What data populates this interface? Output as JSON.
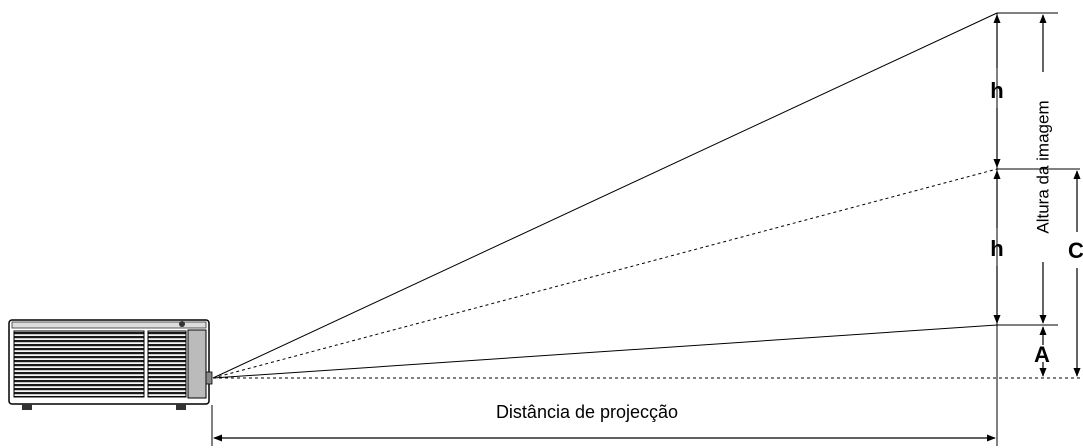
{
  "labels": {
    "h_upper": "h",
    "h_lower": "h",
    "image_height": "Altura da imagem",
    "offset_a": "A",
    "offset_c": "C",
    "projection_distance": "Distância de projecção"
  },
  "colors": {
    "line": "#000000",
    "background": "#ffffff"
  }
}
